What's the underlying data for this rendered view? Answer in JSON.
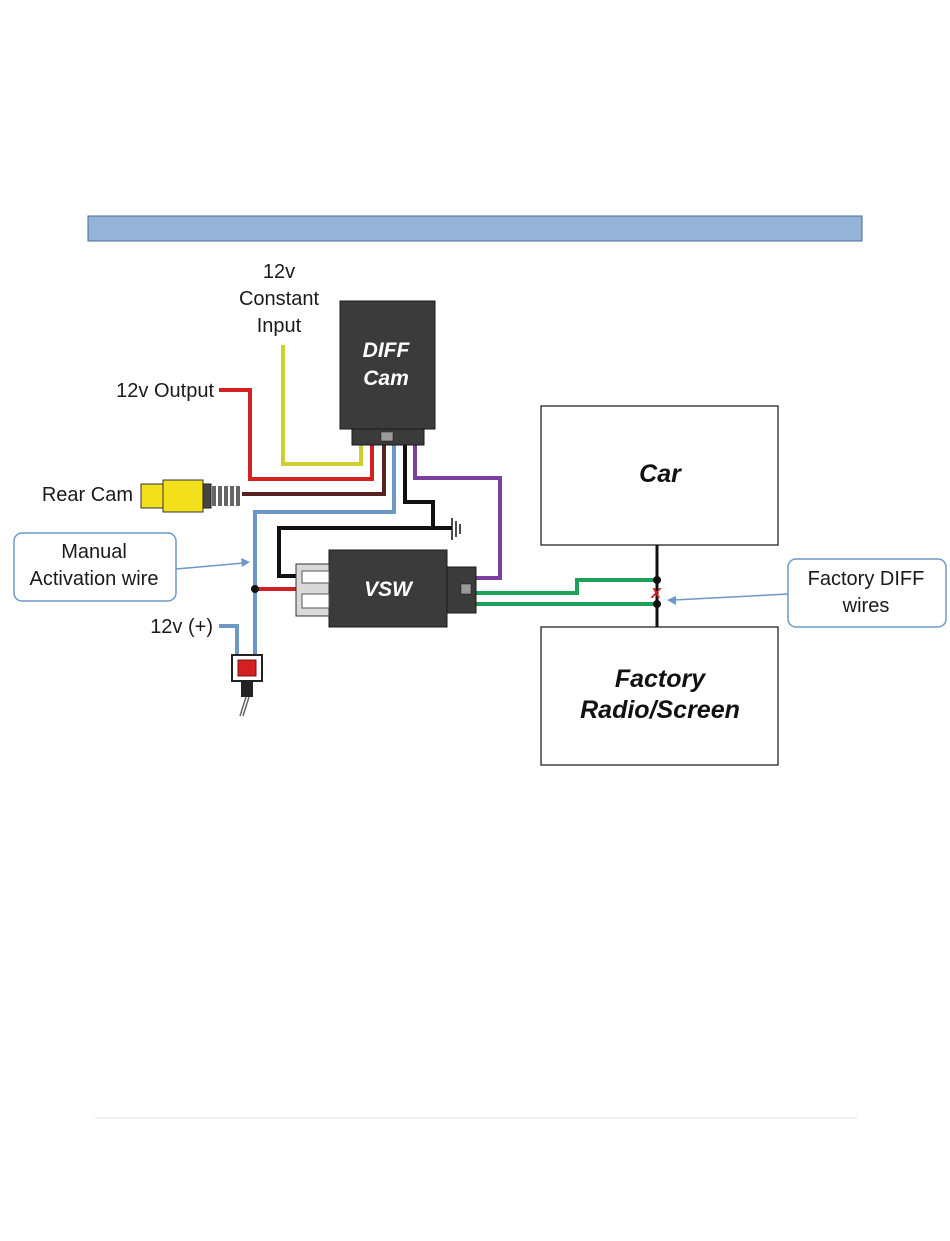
{
  "labels": {
    "constant_input": [
      "12v",
      "Constant",
      "Input"
    ],
    "output_12v": "12v Output",
    "rear_cam": "Rear Cam",
    "manual_activation": [
      "Manual",
      "Activation wire"
    ],
    "plus_12v": "12v (+)",
    "factory_diff_wires": [
      "Factory DIFF",
      "wires"
    ],
    "cut_mark": "X"
  },
  "boxes": {
    "diff_cam": [
      "DIFF",
      "Cam"
    ],
    "vsw": "VSW",
    "car": "Car",
    "factory_radio": [
      "Factory",
      "Radio/Screen"
    ]
  },
  "colors": {
    "header_band": "#95b3d7",
    "module_fill": "#3b3b3b",
    "wire_yellow": "#cfcf2e",
    "wire_red": "#d42020",
    "wire_brown": "#5a2222",
    "wire_blue": "#6d98c5",
    "wire_black": "#111111",
    "wire_purple": "#7a3fa0",
    "wire_green": "#1ea05a",
    "callout_border": "#6d98c5",
    "camera_yellow": "#f2e01a"
  }
}
